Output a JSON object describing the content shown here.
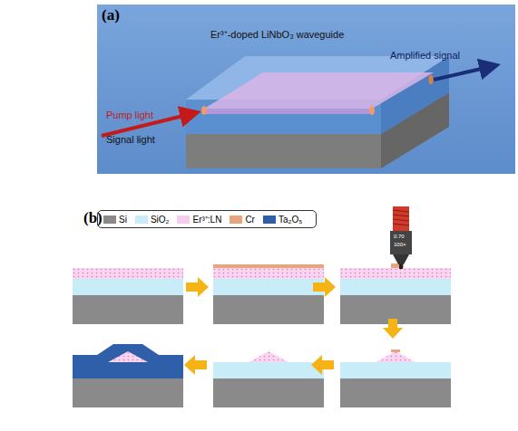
{
  "diagram": {
    "labels": [
      "(a)",
      "(b)",
      "Er³⁺-doped LiNbO₃ waveguide",
      "Pump light",
      "Signal light",
      "Amplified signal",
      "0.70",
      "100×"
    ],
    "legend": [
      {
        "text": "Si",
        "color": "#8a8a8a"
      },
      {
        "text": "SiO₂",
        "color": "#c8ecf8"
      },
      {
        "text": "Er³⁺:LN",
        "color": "#f6cdef"
      },
      {
        "text": "Cr",
        "color": "#e8a47c"
      },
      {
        "text": "Ta₂O₅",
        "color": "#2e5fa8"
      }
    ]
  }
}
